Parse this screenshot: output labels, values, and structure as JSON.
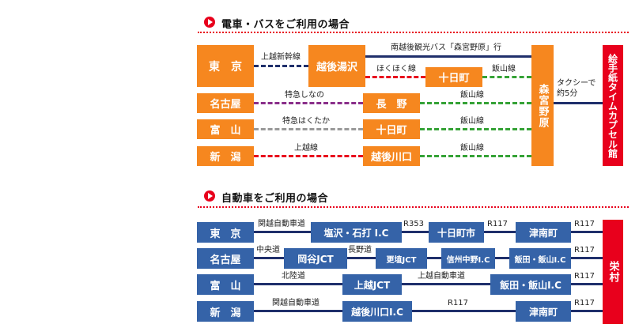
{
  "section1": {
    "title": "電車・バスをご利用の場合",
    "origins": [
      "東　京",
      "名古屋",
      "富　山",
      "新　潟"
    ],
    "hubs": {
      "echigo_yuzawa": "越後湯沢",
      "tokamachi_a": "十日町",
      "nagano": "長　野",
      "tokamachi_b": "十日町",
      "echigo_kawaguchi": "越後川口"
    },
    "lines": {
      "joetsu_shinkansen": "上越新幹線",
      "bus": "南越後観光バス「森宮野原」行",
      "hokuhoku": "ほくほく線",
      "iiyama_1": "飯山線",
      "shinano": "特急しなの",
      "iiyama_2": "飯山線",
      "hakutaka": "特急はくたか",
      "iiyama_3": "飯山線",
      "joetsu_line": "上越線",
      "iiyama_4": "飯山線"
    },
    "station": "森宮野原",
    "taxi_line1": "タクシーで",
    "taxi_line2": "約5分",
    "destination": "絵手紙タイムカプセル館"
  },
  "section2": {
    "title": "自動車をご利用の場合",
    "origins": [
      "東　京",
      "名古屋",
      "富　山",
      "新　潟"
    ],
    "row1": {
      "road1": "関越自動車道",
      "ic1": "塩沢・石打 I.C",
      "road2": "R353",
      "ic2": "十日町市",
      "road3": "R117",
      "ic3": "津南町",
      "road4": "R117"
    },
    "row2": {
      "road1": "中央道",
      "ic1": "岡谷JCT",
      "road2": "長野道",
      "ic2": "更埴JCT",
      "ic3": "信州中野I.C",
      "ic4": "飯田・飯山I.C",
      "road3": "R117"
    },
    "row3": {
      "road1": "北陸道",
      "ic1": "上越JCT",
      "road2": "上越自動車道",
      "ic2": "飯田・飯山I.C",
      "road3": "R117"
    },
    "row4": {
      "road1": "関越自動車道",
      "ic1": "越後川口I.C",
      "road2": "R117",
      "ic2": "津南町",
      "road3": "R117"
    },
    "destination": "栄村"
  },
  "colors": {
    "orange": "#f6871f",
    "blue": "#3563a8",
    "red": "#e8001c",
    "navy": "#1f2f6b"
  }
}
